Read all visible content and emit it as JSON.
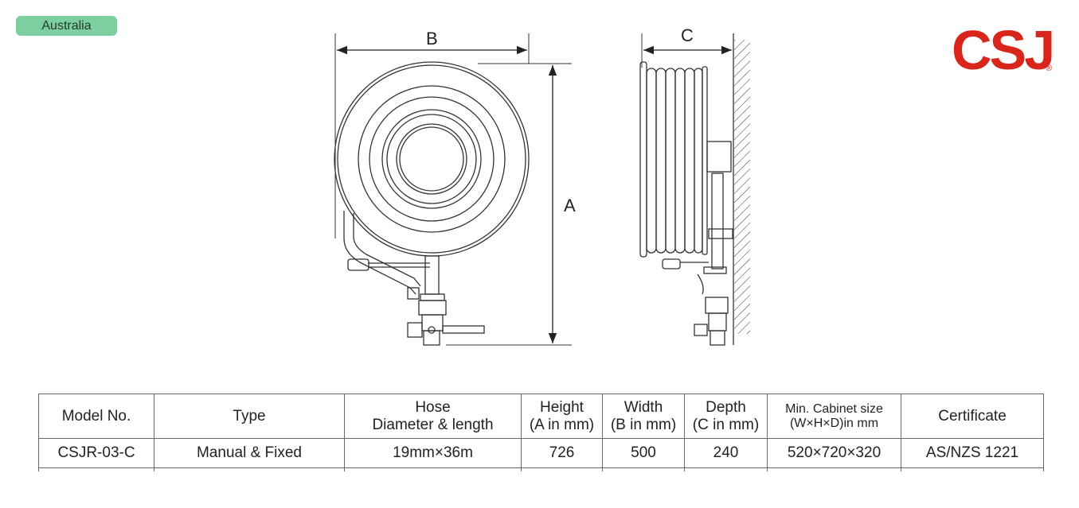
{
  "region_badge": "Australia",
  "brand": {
    "name": "CSJ",
    "registered_mark": "®"
  },
  "diagram": {
    "dimension_labels": {
      "a": "A",
      "b": "B",
      "c": "C"
    }
  },
  "spec_table": {
    "headers": {
      "model": "Model No.",
      "type": "Type",
      "hose_line1": "Hose",
      "hose_line2": "Diameter & length",
      "height_line1": "Height",
      "height_line2": "(A in mm)",
      "width_line1": "Width",
      "width_line2": "(B in mm)",
      "depth_line1": "Depth",
      "depth_line2": "(C in mm)",
      "cabinet_line1": "Min. Cabinet size",
      "cabinet_line2": "(W×H×D)in mm",
      "certificate": "Certificate"
    },
    "rows": [
      {
        "model": "CSJR-03-C",
        "type": "Manual & Fixed",
        "hose": "19mm×36m",
        "height": "726",
        "width": "500",
        "depth": "240",
        "cabinet": "520×720×320",
        "certificate": "AS/NZS 1221"
      }
    ]
  }
}
